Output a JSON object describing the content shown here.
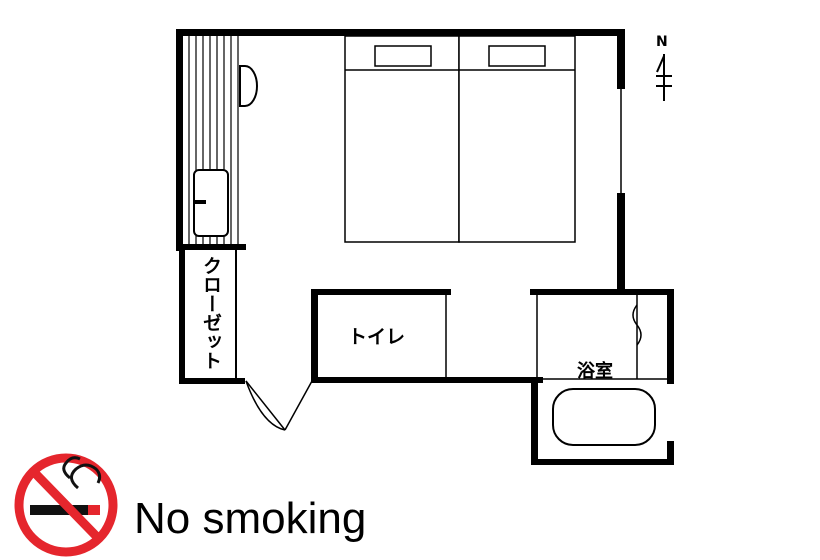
{
  "floorplan": {
    "rooms": {
      "closet": "クローゼット",
      "toilet": "トイレ",
      "bathroom": "浴室"
    },
    "compass": {
      "north_label": "N"
    }
  },
  "notice": {
    "text": "No smoking",
    "icon": "no-smoking-icon",
    "icon_color": "#e5262d"
  }
}
